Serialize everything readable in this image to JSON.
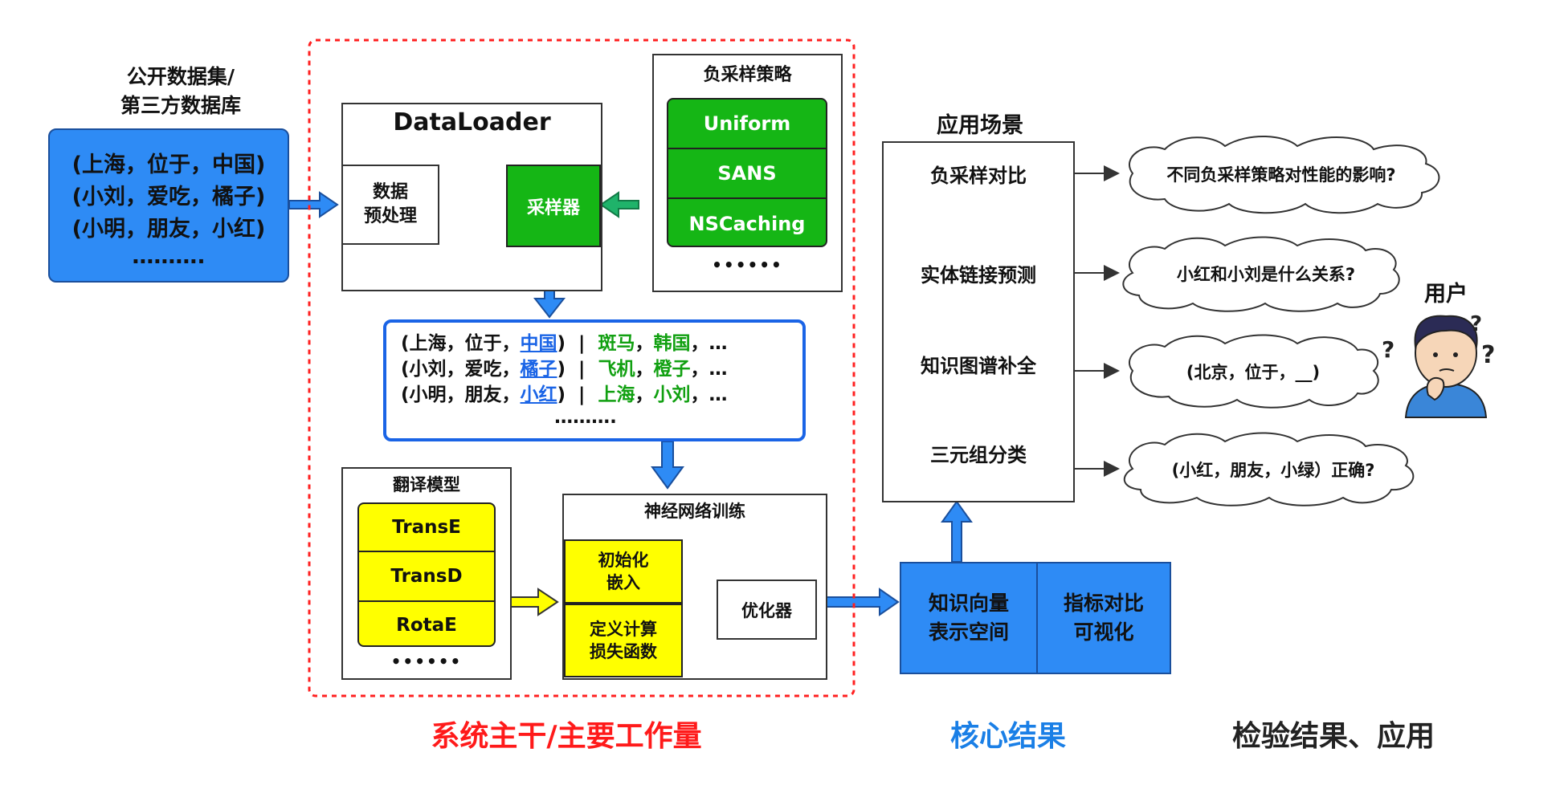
{
  "source": {
    "title_line1": "公开数据集/",
    "title_line2": "第三方数据库",
    "triples": [
      "(上海，位于，中国)",
      "(小刘，爱吃，橘子)",
      "(小明，朋友，小红)"
    ],
    "more": "………."
  },
  "dataloader": {
    "title": "DataLoader",
    "preprocess_line1": "数据",
    "preprocess_line2": "预处理",
    "sampler": "采样器"
  },
  "negative_sampling": {
    "title": "负采样策略",
    "items": [
      "Uniform",
      "SANS",
      "NSCaching"
    ],
    "more": "••••••"
  },
  "samples": {
    "rows": [
      {
        "prefix": "(上海，位于，",
        "target": "中国",
        "sep": ")  |  ",
        "neg1": "斑马",
        "comma": "，",
        "neg2": "韩国",
        "tail": "，…"
      },
      {
        "prefix": "(小刘，爱吃，",
        "target": "橘子",
        "sep": ")  |  ",
        "neg1": "飞机",
        "comma": "，",
        "neg2": "橙子",
        "tail": "，…"
      },
      {
        "prefix": "(小明，朋友，",
        "target": "小红",
        "sep": ")  |  ",
        "neg1": "上海",
        "comma": "，",
        "neg2": "小刘",
        "tail": "，…"
      }
    ],
    "more": "………."
  },
  "translation_models": {
    "title": "翻译模型",
    "items": [
      "TransE",
      "TransD",
      "RotaE"
    ],
    "more": "••••••"
  },
  "training": {
    "title": "神经网络训练",
    "init_line1": "初始化",
    "init_line2": "嵌入",
    "loss_line1": "定义计算",
    "loss_line2": "损失函数",
    "optimizer": "优化器"
  },
  "results": {
    "vector_line1": "知识向量",
    "vector_line2": "表示空间",
    "metric_line1": "指标对比",
    "metric_line2": "可视化"
  },
  "applications": {
    "title": "应用场景",
    "items": [
      "负采样对比",
      "实体链接预测",
      "知识图谱补全",
      "三元组分类"
    ],
    "questions": [
      "不同负采样策略对性能的影响?",
      "小红和小刘是什么关系?",
      "(北京，位于，__)",
      "(小红，朋友，小绿）正确?"
    ],
    "user_label": "用户"
  },
  "captions": {
    "main": "系统主干/主要工作量",
    "core": "核心结果",
    "verify": "检验结果、应用"
  },
  "colors": {
    "blue": "#2e8bf5",
    "green": "#15b615",
    "yellow": "#ffff00",
    "red_dashed": "#ff2020",
    "caption_red": "#ff1a1a",
    "caption_blue": "#1a7fe6"
  }
}
